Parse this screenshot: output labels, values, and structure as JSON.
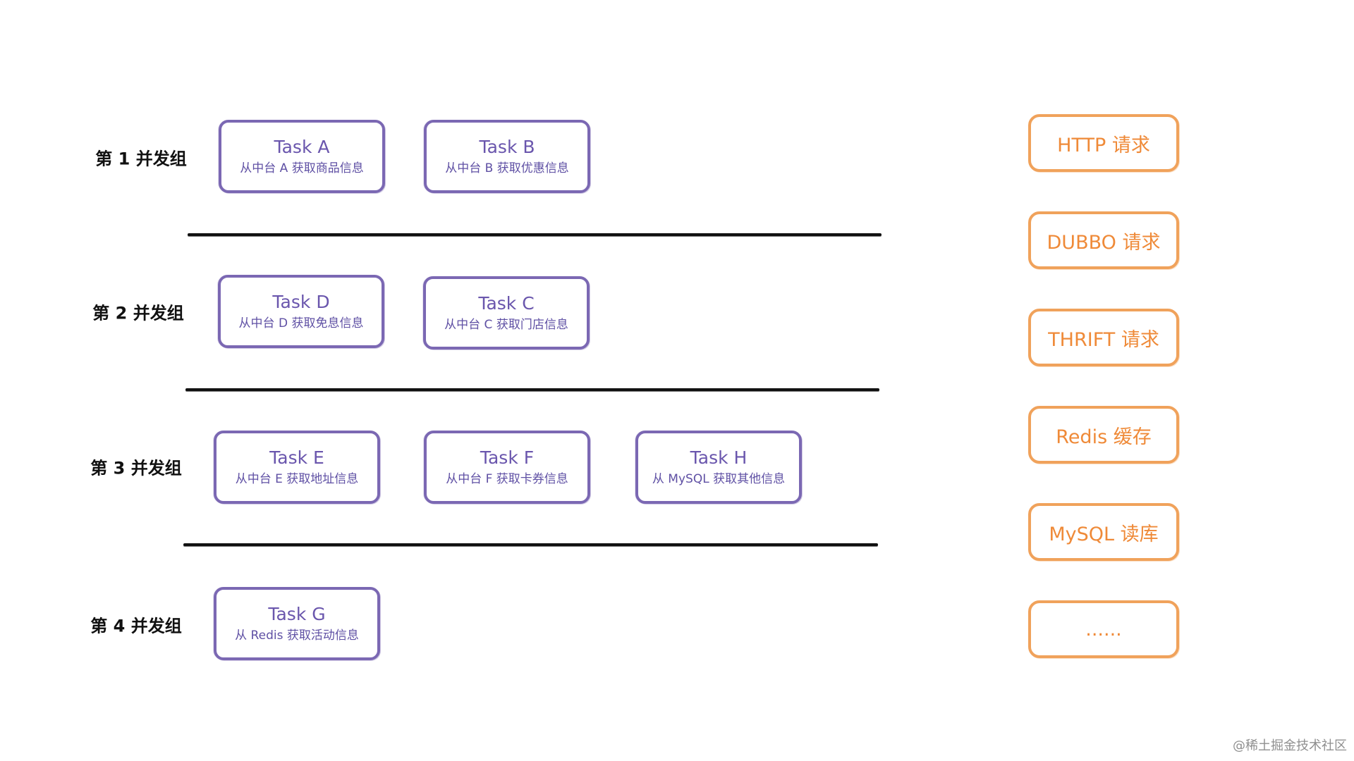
{
  "groups": [
    {
      "label": "第 1 并发组",
      "tasks": [
        {
          "title": "Task A",
          "desc": "从中台 A 获取商品信息"
        },
        {
          "title": "Task B",
          "desc": "从中台 B 获取优惠信息"
        }
      ]
    },
    {
      "label": "第 2 并发组",
      "tasks": [
        {
          "title": "Task D",
          "desc": "从中台 D 获取免息信息"
        },
        {
          "title": "Task C",
          "desc": "从中台 C 获取门店信息"
        }
      ]
    },
    {
      "label": "第 3 并发组",
      "tasks": [
        {
          "title": "Task E",
          "desc": "从中台 E 获取地址信息"
        },
        {
          "title": "Task F",
          "desc": "从中台 F 获取卡券信息"
        },
        {
          "title": "Task H",
          "desc": "从 MySQL 获取其他信息"
        }
      ]
    },
    {
      "label": "第 4 并发组",
      "tasks": [
        {
          "title": "Task G",
          "desc": "从 Redis 获取活动信息"
        }
      ]
    }
  ],
  "sources": [
    "HTTP 请求",
    "DUBBO 请求",
    "THRIFT 请求",
    "Redis 缓存",
    "MySQL 读库",
    "......"
  ],
  "watermark": "@稀土掘金技术社区",
  "colors": {
    "task_border": "#7b68b3",
    "source_border": "#f0a25b",
    "divider": "#111111"
  }
}
